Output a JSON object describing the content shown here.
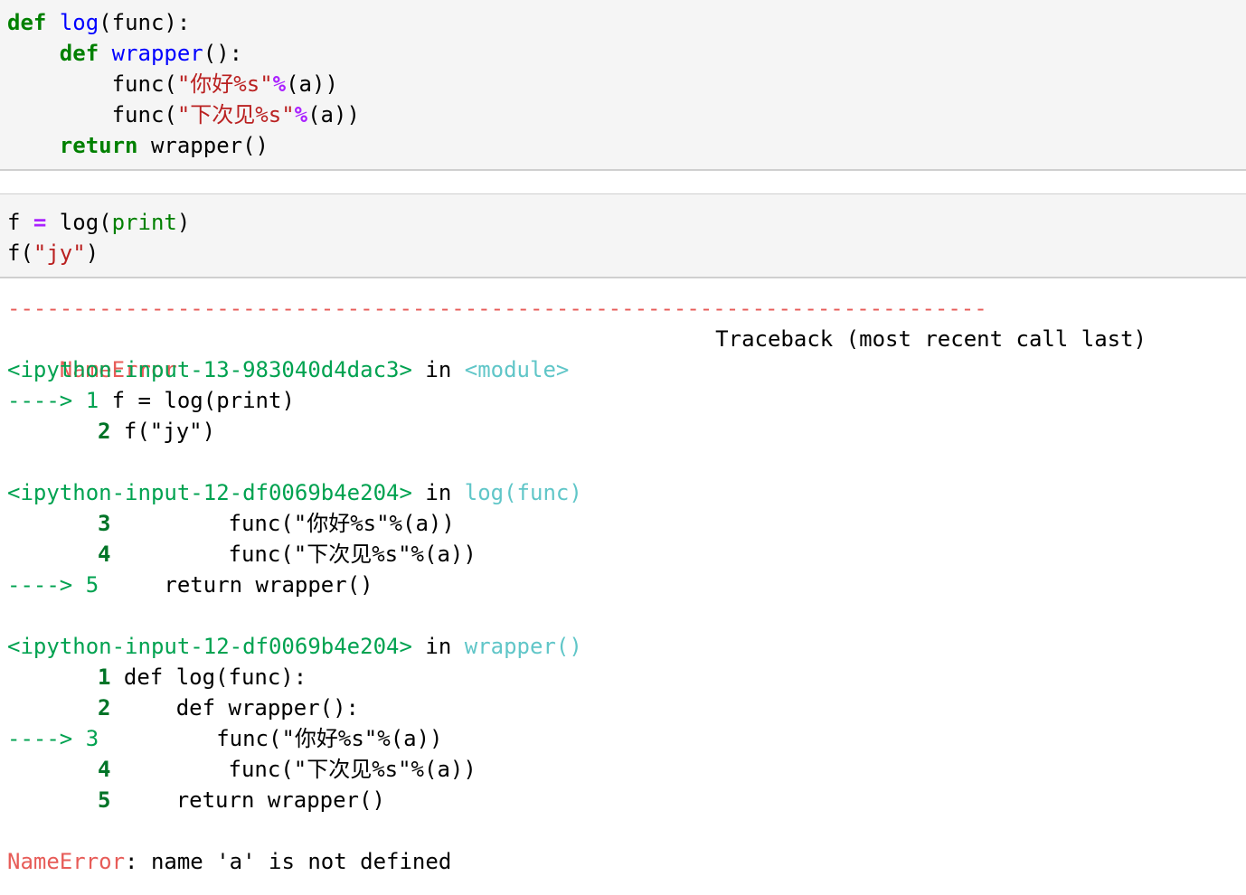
{
  "cell1": {
    "line1": {
      "kw": "def",
      "fn": "log",
      "rest": "(func):"
    },
    "line2": {
      "kw": "def",
      "fn": "wrapper",
      "rest": "():"
    },
    "line3": {
      "pre": "func(",
      "str": "\"你好%s\"",
      "op": "%",
      "rest": "(a))"
    },
    "line4": {
      "pre": "func(",
      "str": "\"下次见%s\"",
      "op": "%",
      "rest": "(a))"
    },
    "line5": {
      "kw": "return",
      "rest": "wrapper()"
    }
  },
  "cell2": {
    "line1": {
      "pre": "f ",
      "op": "=",
      "mid": " log(",
      "bi": "print",
      "rest": ")"
    },
    "line2": {
      "pre": "f(",
      "str": "\"jy\"",
      "rest": ")"
    }
  },
  "traceback": {
    "separator": "---------------------------------------------------------------------------",
    "error_name": "NameError",
    "header_right": "Traceback (most recent call last)",
    "frames": [
      {
        "file": "<ipython-input-13-983040d4dac3>",
        "in": "in",
        "loc": "<module>",
        "lines": [
          {
            "arrow": "---->",
            "num": "1",
            "code": "f = log(print)"
          },
          {
            "arrow": "",
            "num": "2",
            "code": "f(\"jy\")"
          }
        ]
      },
      {
        "file": "<ipython-input-12-df0069b4e204>",
        "in": "in",
        "loc": "log(func)",
        "lines": [
          {
            "arrow": "",
            "num": "3",
            "code": "        func(\"你好%s\"%(a))"
          },
          {
            "arrow": "",
            "num": "4",
            "code": "        func(\"下次见%s\"%(a))"
          },
          {
            "arrow": "---->",
            "num": "5",
            "code": "    return wrapper()"
          }
        ]
      },
      {
        "file": "<ipython-input-12-df0069b4e204>",
        "in": "in",
        "loc": "wrapper()",
        "lines": [
          {
            "arrow": "",
            "num": "1",
            "code": "def log(func):"
          },
          {
            "arrow": "",
            "num": "2",
            "code": "    def wrapper():"
          },
          {
            "arrow": "---->",
            "num": "3",
            "code": "        func(\"你好%s\"%(a))"
          },
          {
            "arrow": "",
            "num": "4",
            "code": "        func(\"下次见%s\"%(a))"
          },
          {
            "arrow": "",
            "num": "5",
            "code": "    return wrapper()"
          }
        ]
      }
    ],
    "final_error_name": "NameError",
    "final_message": ": name 'a' is not defined"
  }
}
